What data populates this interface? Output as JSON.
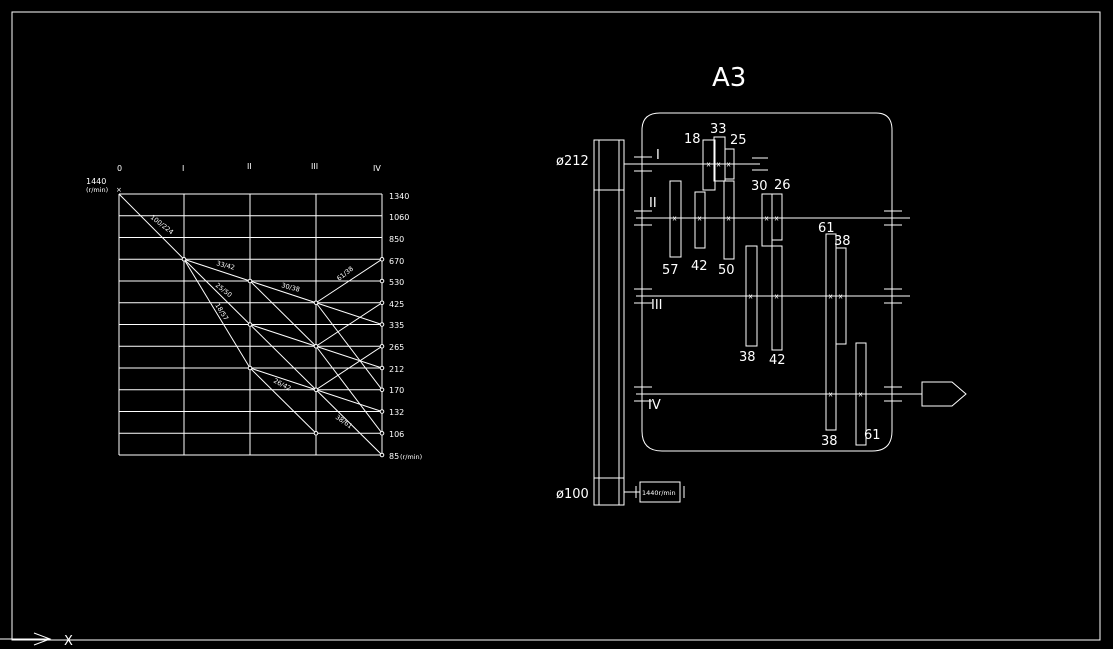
{
  "sheet": {
    "title": "A3",
    "axis_label": "X"
  },
  "speed_diagram": {
    "shaft_labels": [
      "0",
      "I",
      "II",
      "III",
      "IV"
    ],
    "input_speed": "1440",
    "unit": "(r/min)",
    "output_speeds": [
      "1340",
      "1060",
      "850",
      "670",
      "530",
      "425",
      "335",
      "265",
      "212",
      "170",
      "132",
      "106",
      "85"
    ],
    "ratio_labels": [
      {
        "id": "r1",
        "text": "100/224"
      },
      {
        "id": "r2",
        "text": "33/42"
      },
      {
        "id": "r3",
        "text": "30/38"
      },
      {
        "id": "r4",
        "text": "61/38"
      },
      {
        "id": "r5",
        "text": "25/50"
      },
      {
        "id": "r6",
        "text": "18/57"
      },
      {
        "id": "r7",
        "text": "26/42"
      },
      {
        "id": "r8",
        "text": "38/61"
      }
    ]
  },
  "gearbox": {
    "shaft_labels": [
      "I",
      "II",
      "III",
      "IV"
    ],
    "pulley_large": "ø212",
    "pulley_small": "ø100",
    "motor_label": "1440r/min",
    "gear_labels": [
      "18",
      "33",
      "25",
      "30",
      "26",
      "61",
      "38",
      "57",
      "42",
      "50",
      "38",
      "42",
      "38",
      "61"
    ]
  }
}
